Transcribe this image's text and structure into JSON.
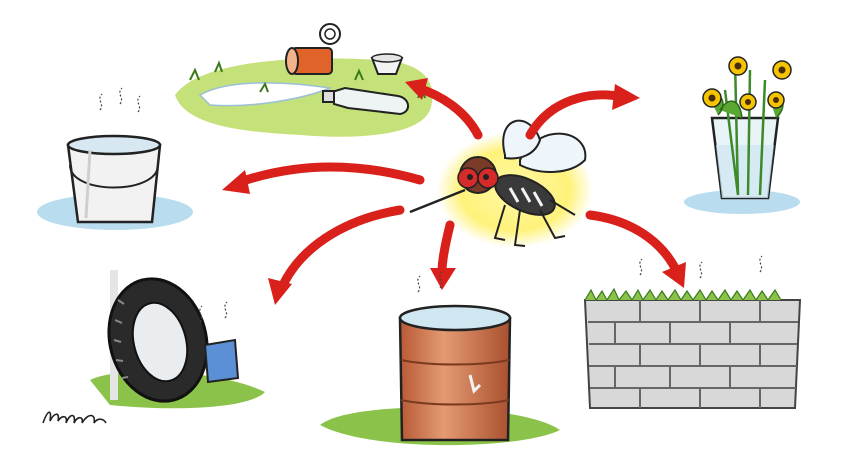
{
  "illustration": {
    "signature_text": "Hoebrum",
    "colors": {
      "arrow": "#d9201a",
      "grass": "#8bc34a",
      "grass_light": "#c5e17a",
      "water": "#b9dcef",
      "mosquito_glow": "#fff27a",
      "mosquito_eye": "#d62b2b",
      "barrel": "#d27a52",
      "wall": "#d8d8d8",
      "flower": "#f5c400",
      "bucket": "#f2f2f2"
    },
    "scenes": [
      {
        "id": "mosquito",
        "icon": "mosquito-icon"
      },
      {
        "id": "litter",
        "icon": "trash-can-bottle-icon"
      },
      {
        "id": "bucket",
        "icon": "bucket-icon"
      },
      {
        "id": "flowers-vase",
        "icon": "flower-vase-icon"
      },
      {
        "id": "tire",
        "icon": "tire-icon"
      },
      {
        "id": "barrel",
        "icon": "barrel-icon"
      },
      {
        "id": "brick-wall",
        "icon": "brick-wall-icon"
      }
    ]
  }
}
